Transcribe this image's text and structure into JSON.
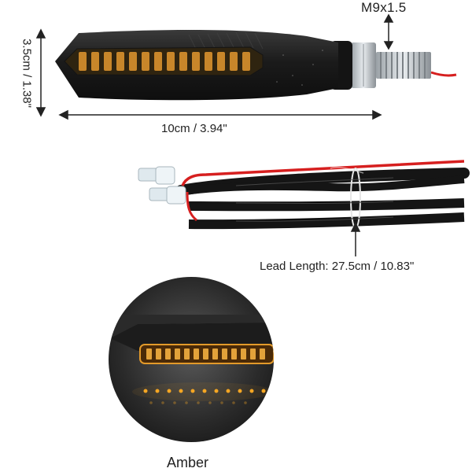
{
  "dimensions": {
    "thread": "M9x1.5",
    "height": "3.5cm / 1.38\"",
    "length": "10cm / 3.94\"",
    "lead_length": "Lead Length: 27.5cm / 10.83\""
  },
  "color_option": {
    "label": "Amber",
    "accent": "#f5a623"
  },
  "colors": {
    "housing": "#1c1c1c",
    "lens": "#3a2a10",
    "led": "#e39a2a",
    "wire_red": "#d61f1f",
    "wire_black": "#151515",
    "connector": "#dfe9ee"
  }
}
